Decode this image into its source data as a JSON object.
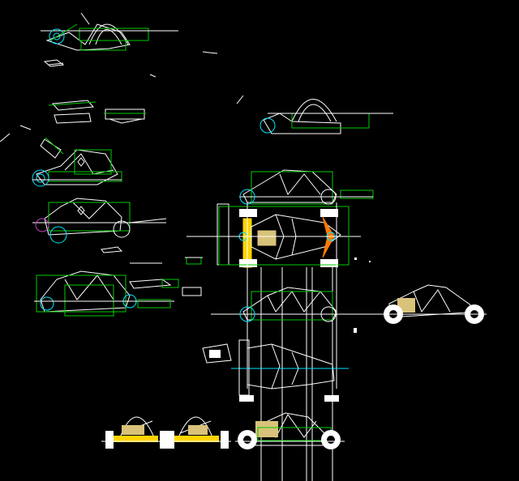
{
  "drawing": {
    "background": "#000000",
    "colors": {
      "white": "#ffffff",
      "green": "#00cc00",
      "cyan": "#00e5ff",
      "yellow": "#ffd400",
      "orange": "#ff7a00",
      "magenta": "#c040c0",
      "gray": "#9a9a9a",
      "khaki": "#d9c27a"
    },
    "views": [
      "frame-side-view",
      "roll-cage-front-view",
      "chassis-top-view",
      "buggy-side-view",
      "buggy-front-view"
    ]
  }
}
